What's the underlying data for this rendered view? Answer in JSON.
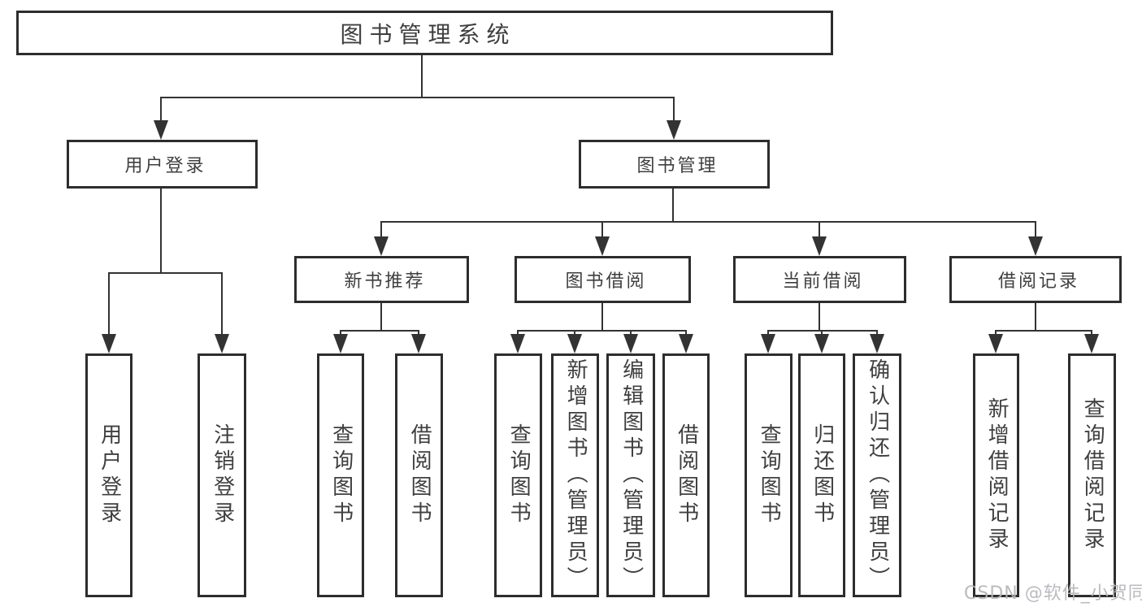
{
  "tree": {
    "root": "图书管理系统",
    "branches": [
      {
        "label": "用户登录",
        "children": [
          "用户登录",
          "注销登录"
        ]
      },
      {
        "label": "图书管理",
        "groups": [
          {
            "label": "新书推荐",
            "children": [
              "查询图书",
              "借阅图书"
            ]
          },
          {
            "label": "图书借阅",
            "children": [
              "查询图书",
              "新增图书（管理员）",
              "编辑图书（管理员）",
              "借阅图书"
            ]
          },
          {
            "label": "当前借阅",
            "children": [
              "查询图书",
              "归还图书",
              "确认归还（管理员）"
            ]
          },
          {
            "label": "借阅记录",
            "children": [
              "新增借阅记录",
              "查询借阅记录"
            ]
          }
        ]
      }
    ]
  },
  "watermark": "CSDN @软件_小贺同学",
  "colors": {
    "background": "#ffffff",
    "box_border": "#2d2d2d",
    "connector": "#333333",
    "text": "#3f3f3f",
    "watermark": "#b3b6ba"
  }
}
